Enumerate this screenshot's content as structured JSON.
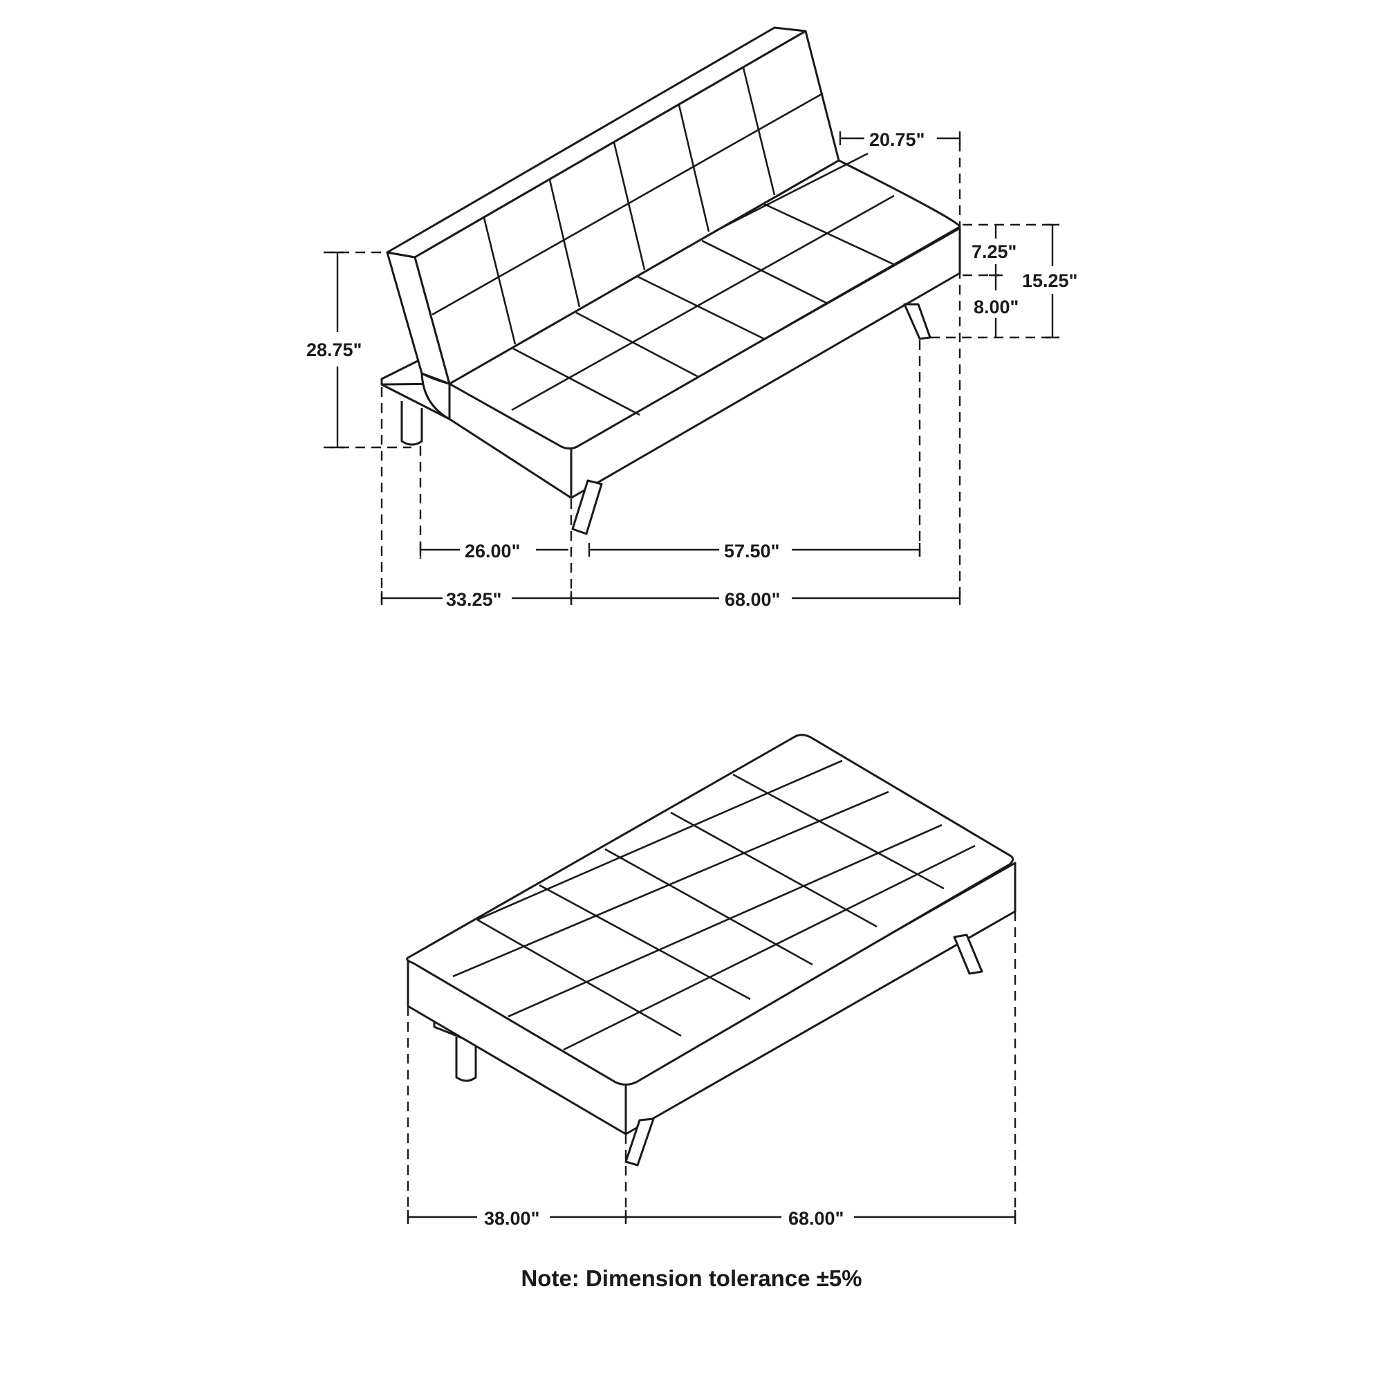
{
  "sofa_view": {
    "dimensions": {
      "depth_seat": "20.75\"",
      "seat_upper": "7.25\"",
      "seat_total": "15.25\"",
      "leg_height": "8.00\"",
      "overall_height": "28.75\"",
      "inner_depth": "26.00\"",
      "leg_span": "57.50\"",
      "overall_depth": "33.25\"",
      "overall_width": "68.00\""
    }
  },
  "bed_view": {
    "dimensions": {
      "bed_depth": "38.00\"",
      "bed_width": "68.00\""
    }
  },
  "note": "Note: Dimension tolerance ±5%"
}
